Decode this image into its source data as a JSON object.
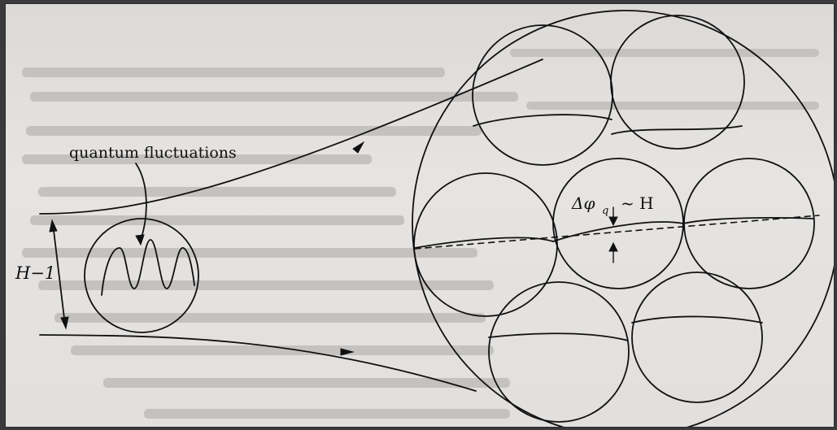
{
  "labels": {
    "quantum_fluctuations": "quantum fluctuations",
    "hubble_radius": "H−1",
    "delta_phi": "Δφ",
    "delta_phi_sub": "q",
    "sim_h": "~ H"
  },
  "colors": {
    "ink": "#111111",
    "paper": "#e2e0de",
    "bleed": "#bdbbb9"
  }
}
